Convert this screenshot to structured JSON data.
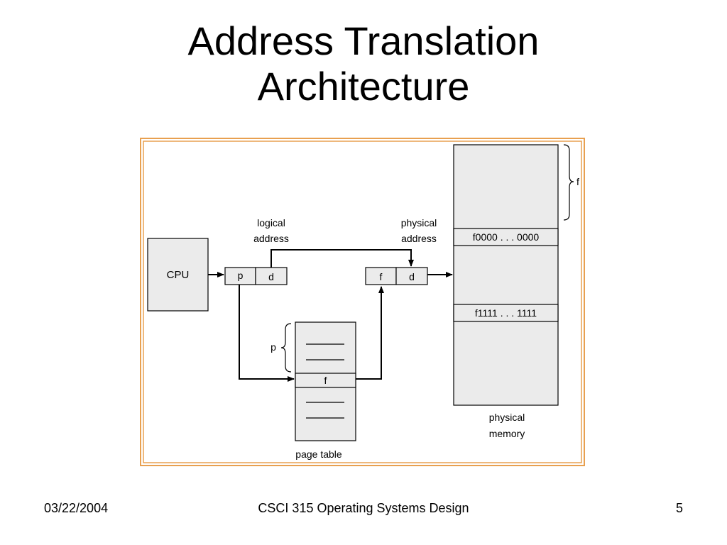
{
  "slide": {
    "title_line1": "Address Translation",
    "title_line2": "Architecture",
    "footer_date": "03/22/2004",
    "footer_course": "CSCI 315 Operating Systems Design",
    "footer_page": "5"
  },
  "diagram": {
    "cpu_label": "CPU",
    "logical_address_label_1": "logical",
    "logical_address_label_2": "address",
    "physical_address_label_1": "physical",
    "physical_address_label_2": "address",
    "logical_p": "p",
    "logical_d": "d",
    "physical_f": "f",
    "physical_d": "d",
    "page_table_label": "page table",
    "page_table_entry": "f",
    "page_table_brace_label": "p",
    "memory_label_1": "physical",
    "memory_label_2": "memory",
    "memory_frame_start": "f0000 . . . 0000",
    "memory_frame_end": "f1111 . . . 1111",
    "memory_brace_label": "f"
  },
  "colors": {
    "frame_border": "#e8a050",
    "box_fill": "#ebebeb",
    "line": "#000000"
  }
}
